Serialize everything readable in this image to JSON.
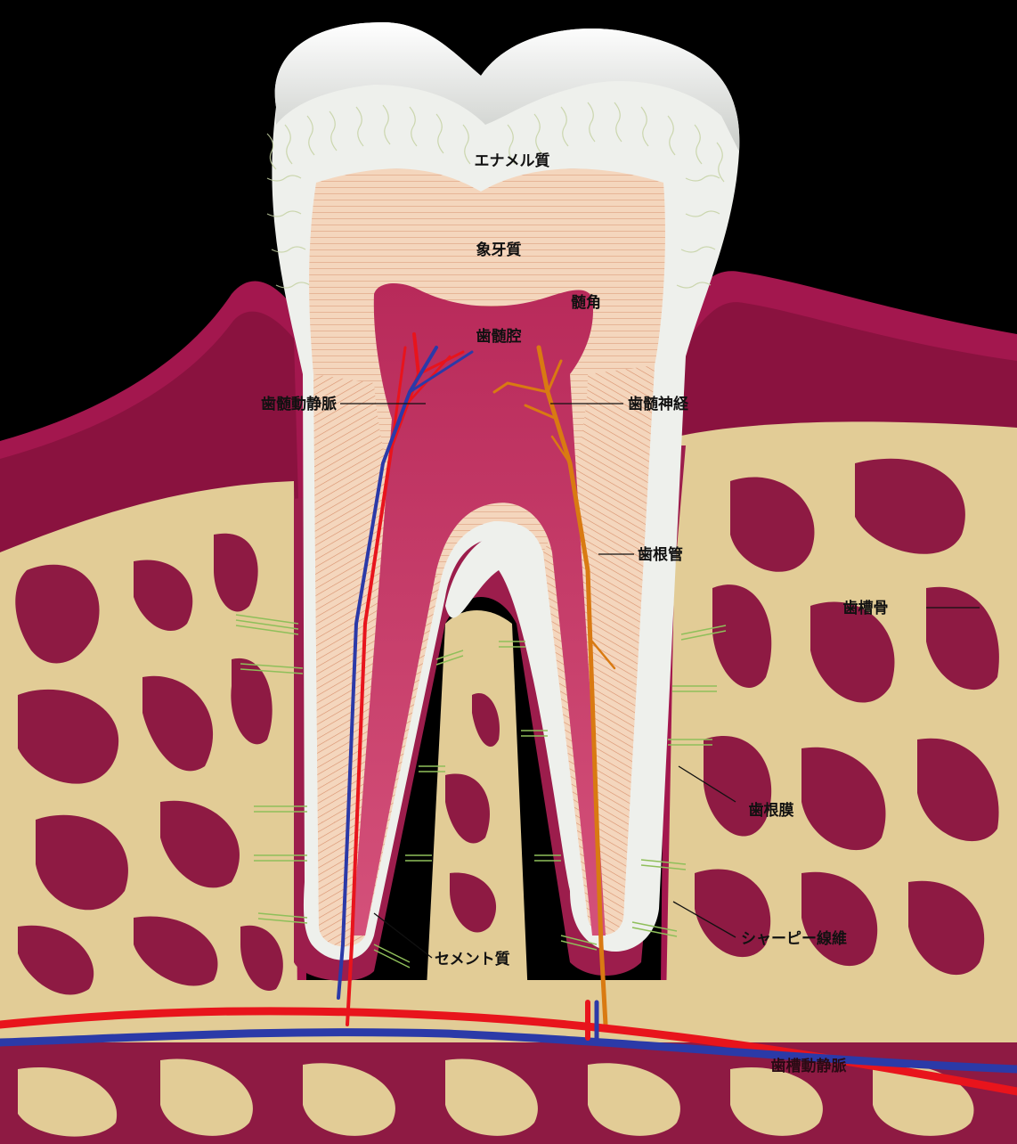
{
  "labels": {
    "enamel": "エナメル質",
    "dentin": "象牙質",
    "pulp_horn": "髄角",
    "pulp_chamber": "歯髄腔",
    "pulp_vessels": "歯髄動静脈",
    "pulp_nerve": "歯髄神経",
    "root_canal": "歯根管",
    "alveolar_bone": "歯槽骨",
    "periodontal_ligament": "歯根膜",
    "sharpey_fibers": "シャーピー線維",
    "cementum": "セメント質",
    "alveolar_vessels": "歯槽動静脈"
  },
  "colors": {
    "background": "#000000",
    "gum": "#a3174e",
    "bone": "#e2cc96",
    "marrow": "#8e1a43",
    "enamel": "#eef0ec",
    "dentin": "#f3d4bb",
    "pulp": "#c93a68",
    "artery": "#e8141c",
    "vein": "#2b3aa8",
    "nerve": "#d97a12",
    "fiber": "#8fbf5a"
  }
}
